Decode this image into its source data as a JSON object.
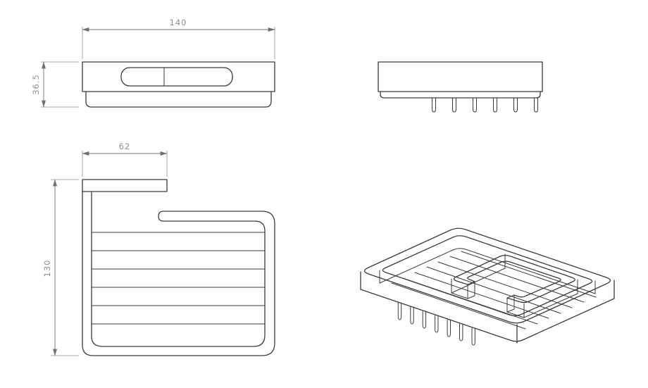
{
  "drawing": {
    "dimensions": {
      "overall_width": "140",
      "overall_height": "36.5",
      "bracket_depth": "62",
      "basket_height": "130"
    },
    "colors": {
      "outline": "#3a3a3a",
      "dimension_line": "#6f6f6f",
      "dimension_text": "#8f8f8f",
      "background": "#ffffff"
    }
  }
}
